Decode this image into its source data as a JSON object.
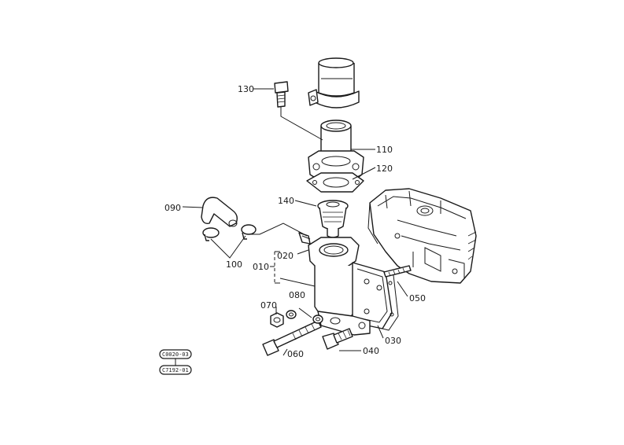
{
  "callouts": {
    "p130": "130",
    "p110": "110",
    "p120": "120",
    "p140": "140",
    "p090": "090",
    "p100": "100",
    "p020": "020",
    "p010": "010",
    "p070": "070",
    "p080": "080",
    "p050": "050",
    "p060": "060",
    "p040": "040",
    "p030": "030"
  },
  "stamps": {
    "top": "C0020-03",
    "bottom": "C7192-01"
  }
}
